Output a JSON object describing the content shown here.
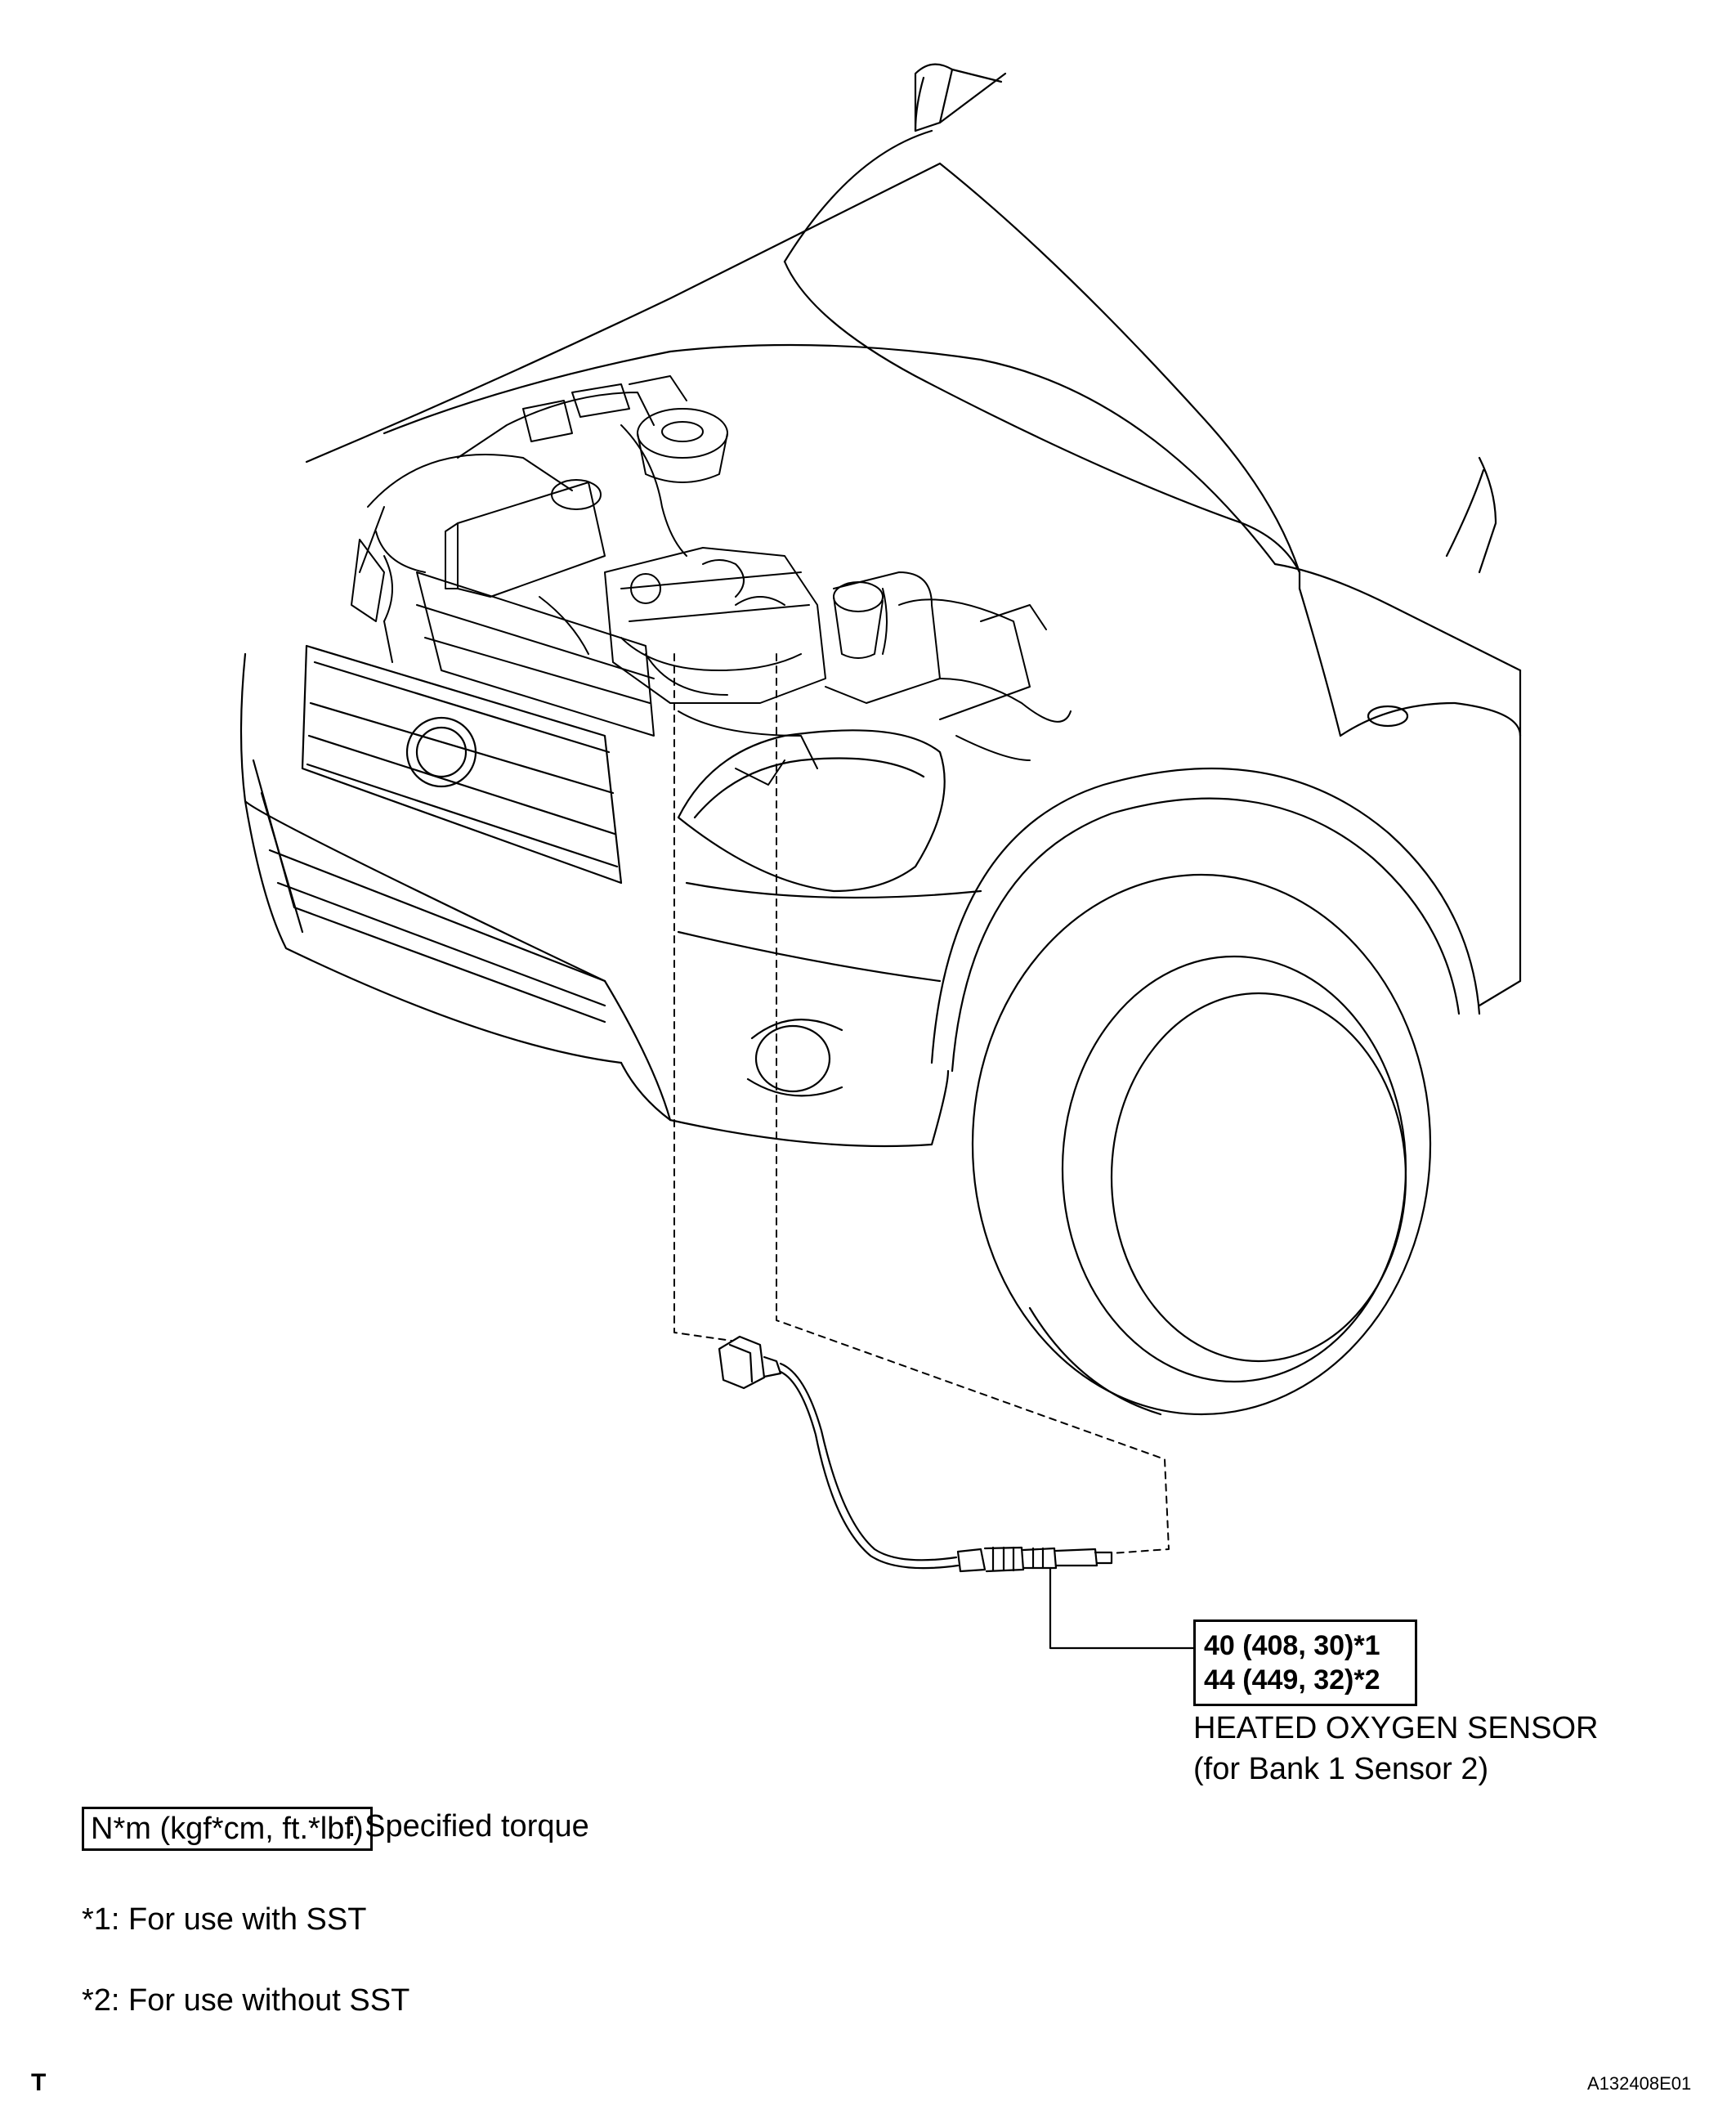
{
  "torque_spec": {
    "line1": "40 (408, 30)*1",
    "line2": "44 (449, 32)*2"
  },
  "part": {
    "name": "HEATED OXYGEN SENSOR",
    "subtitle": "(for Bank 1 Sensor 2)"
  },
  "legend": {
    "unit_box": "N*m (kgf*cm, ft.*lbf)",
    "description": ": Specified torque"
  },
  "notes": {
    "note1": "*1: For use with SST",
    "note2": "*2: For use without SST"
  },
  "corner_mark": "T",
  "figure_id": "A132408E01",
  "colors": {
    "ink": "#000000",
    "paper": "#ffffff"
  }
}
